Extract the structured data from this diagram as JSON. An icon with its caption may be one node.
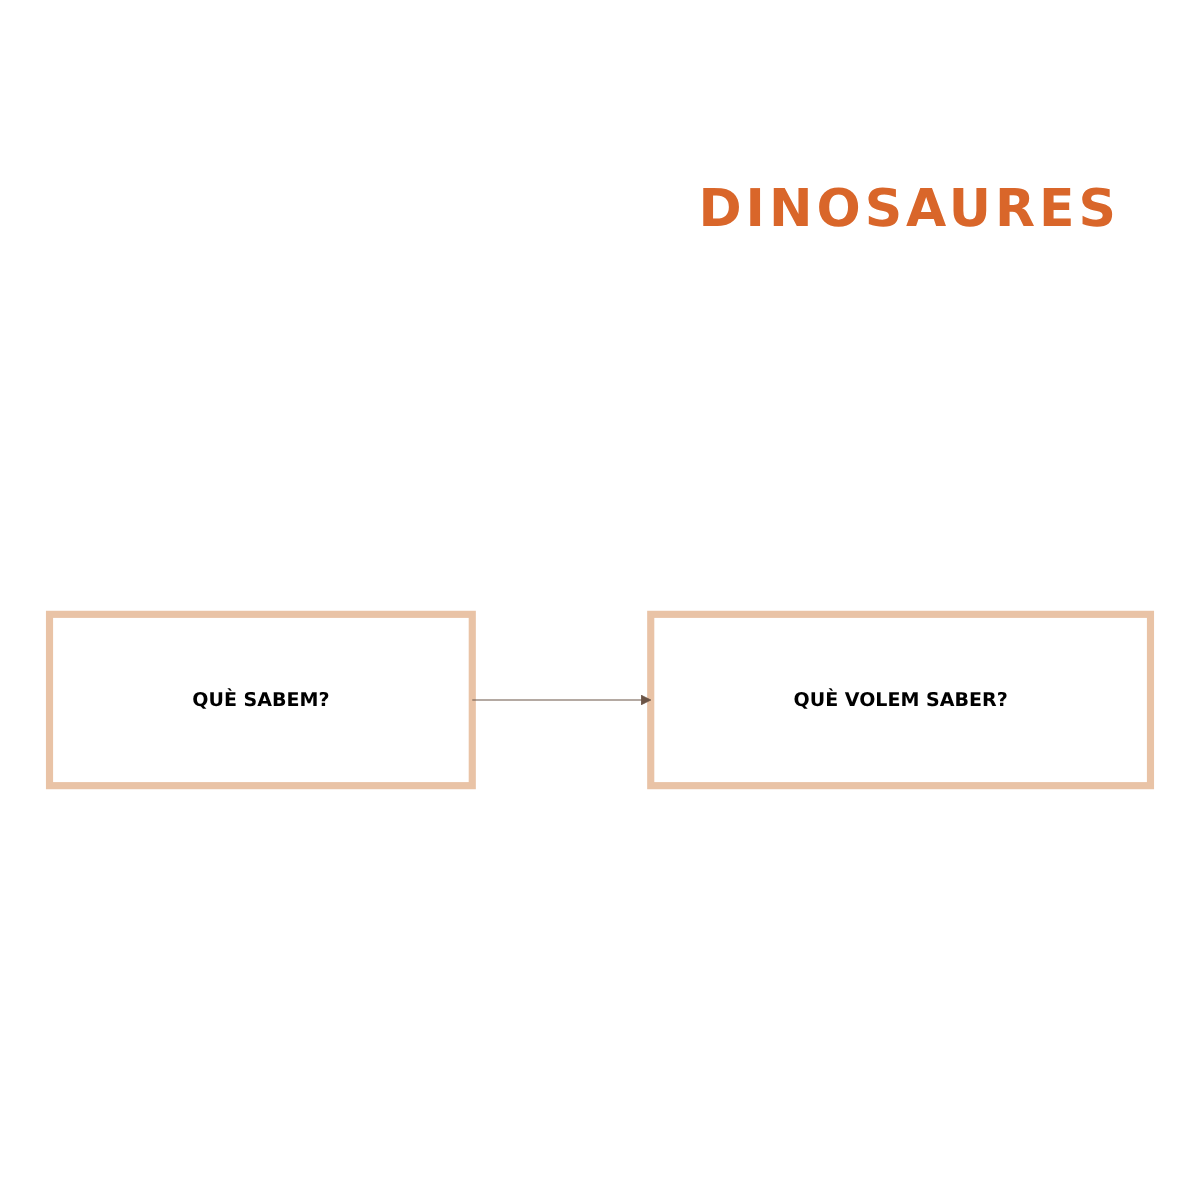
{
  "diagram": {
    "title": "DINOSAURES",
    "nodes": [
      {
        "text": [
          "QUÈ SABEM?"
        ]
      },
      {
        "text": [
          "QUÈ VOLEM SABER?"
        ]
      }
    ],
    "edges": [
      {
        "from": 0,
        "to": 1,
        "arrow": "to",
        "color": "#6b5446"
      }
    ]
  }
}
